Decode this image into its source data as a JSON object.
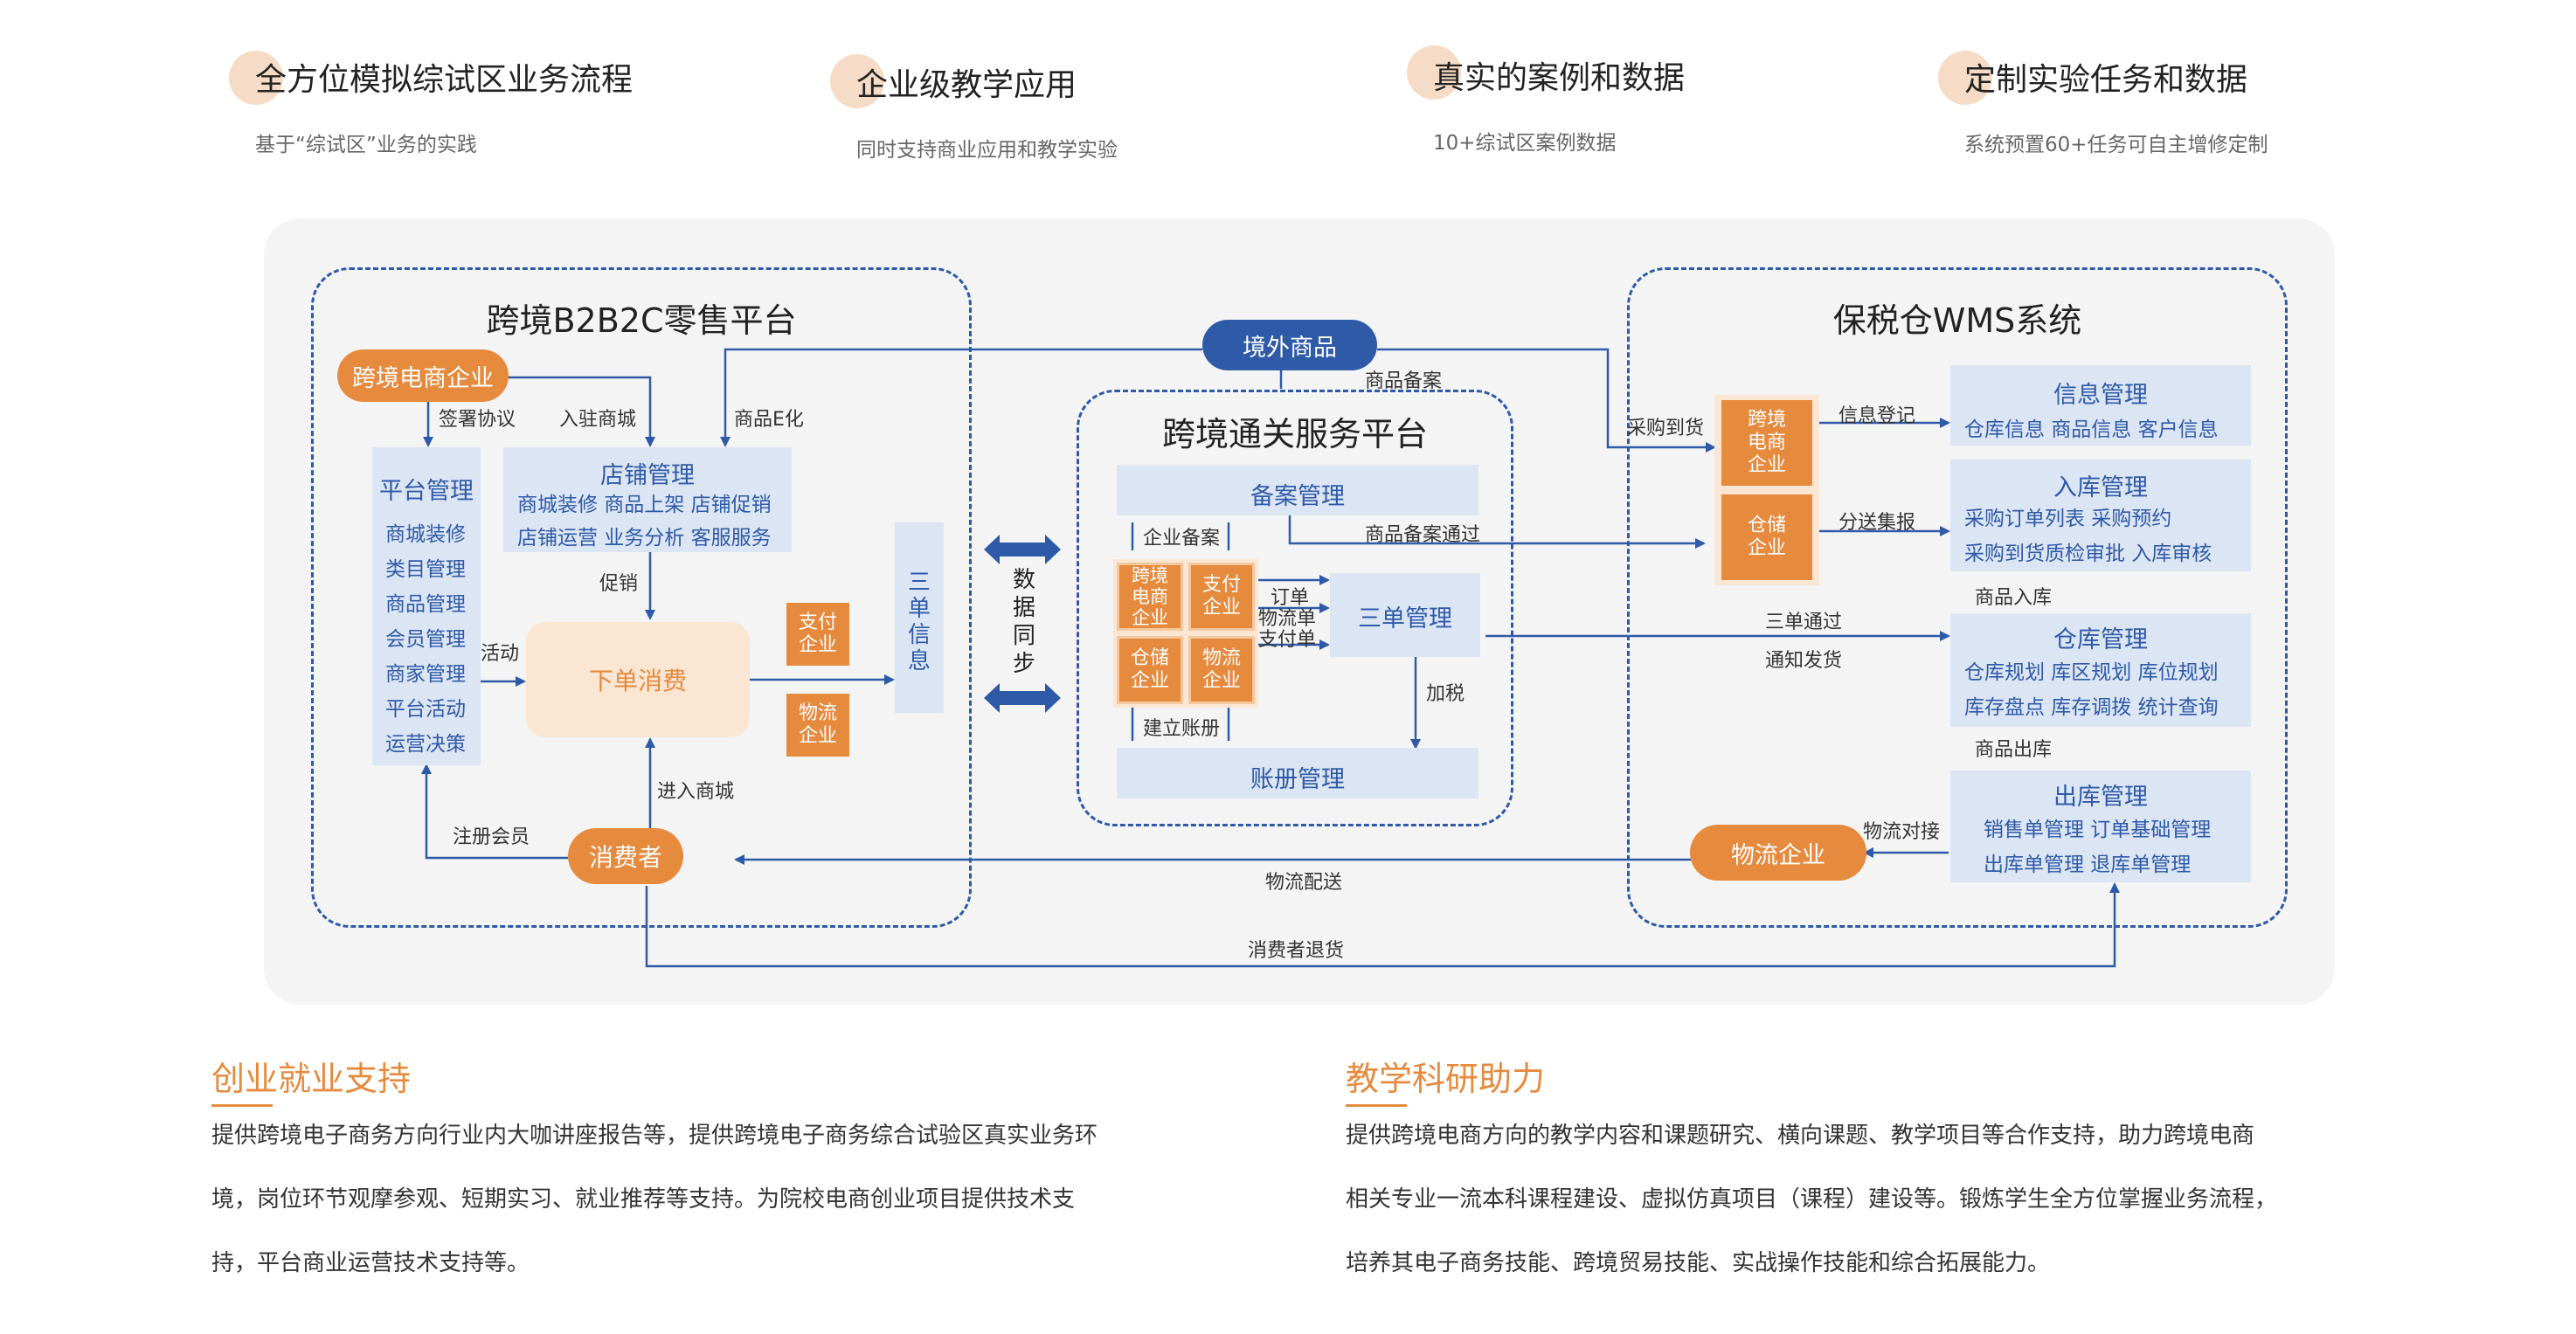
{
  "features": [
    {
      "title": "全方位模拟综试区业务流程",
      "subtitle": "基于“综试区”业务的实践"
    },
    {
      "title": "企业级教学应用",
      "subtitle": "同时支持商业应用和教学实验"
    },
    {
      "title": "真实的案例和数据",
      "subtitle": "10+综试区案例数据"
    },
    {
      "title": "定制实验任务和数据",
      "subtitle": "系统预置60+任务可自主增修定制"
    }
  ],
  "diagram": {
    "b2b2c": {
      "title": "跨境B2B2C零售平台",
      "enterprise": "跨境电商企业",
      "platform": {
        "title": "平台管理",
        "items": [
          "商城装修",
          "类目管理",
          "商品管理",
          "会员管理",
          "商家管理",
          "平台活动",
          "运营决策"
        ]
      },
      "store": {
        "title": "店铺管理",
        "row1": "商城装修  商品上架  店铺促销",
        "row2": "店铺运营  业务分析  客服服务"
      },
      "order": "下单消费",
      "pay_company": "支付\n企业",
      "logistics_company": "物流\n企业",
      "three_docs": "三\n单\n信\n息",
      "consumer": "消费者",
      "labels": {
        "sign": "签署协议",
        "enter_mall": "入驻商城",
        "product_e": "商品E化",
        "promo": "促销",
        "activity": "活动",
        "enter_store": "进入商城",
        "register": "注册会员"
      }
    },
    "sync": "数\n据\n同\n步",
    "overseas": "境外商品",
    "customs": {
      "title": "跨境通关服务平台",
      "filing": "备案管理",
      "ledger": "账册管理",
      "three_mgmt": "三单管理",
      "cells": [
        "跨境\n电商\n企业",
        "支付\n企业",
        "仓储\n企业",
        "物流\n企业"
      ],
      "labels": {
        "corp_filing": "企业备案",
        "build_ledger": "建立账册",
        "order": "订单",
        "logistics_order": "物流单",
        "pay_order": "支付单",
        "tax": "加税"
      }
    },
    "wms": {
      "title": "保税仓WMS系统",
      "ecom": "跨境\n电商\n企业",
      "warehouse": "仓储\n企业",
      "info": {
        "title": "信息管理",
        "row": "仓库信息  商品信息  客户信息"
      },
      "inbound": {
        "title": "入库管理",
        "row1": "采购订单列表   采购预约",
        "row2": "采购到货质检审批    入库审核"
      },
      "storage": {
        "title": "仓库管理",
        "row1": "仓库规划  库区规划  库位规划",
        "row2": "库存盘点   库存调拨  统计查询"
      },
      "outbound": {
        "title": "出库管理",
        "row1": "销售单管理   订单基础管理",
        "row2": "出库单管理   退库单管理"
      },
      "logistics": "物流企业",
      "labels": {
        "info_reg": "信息登记",
        "dispatch": "分送集报",
        "goods_in": "商品入库",
        "goods_out": "商品出库",
        "logistics_dock": "物流对接"
      }
    },
    "cross_labels": {
      "goods_filing": "商品备案",
      "purchase": "采购到货",
      "goods_filing_pass": "商品备案通过",
      "three_pass": "三单通过",
      "notify_ship": "通知发货",
      "delivery": "物流配送",
      "return": "消费者退货"
    }
  },
  "bottom": {
    "left": {
      "title": "创业就业支持",
      "lines": [
        "提供跨境电子商务方向行业内大咖讲座报告等，提供跨境电子商务综合试验区真实业务环",
        "境，岗位环节观摩参观、短期实习、就业推荐等支持。为院校电商创业项目提供技术支",
        "持，平台商业运营技术支持等。"
      ]
    },
    "right": {
      "title": "教学科研助力",
      "lines": [
        "提供跨境电商方向的教学内容和课题研究、横向课题、教学项目等合作支持，助力跨境电商",
        "相关专业一流本科课程建设、虚拟仿真项目（课程）建设等。锻炼学生全方位掌握业务流程，",
        "培养其电子商务技能、跨境贸易技能、实战操作技能和综合拓展能力。"
      ]
    }
  },
  "colors": {
    "accent_orange": "#e68a3e",
    "accent_blue": "#2e5aa8",
    "light_blue": "#dce5f3",
    "light_orange": "#fbe6d3",
    "panel_bg": "#f4f4f4"
  }
}
